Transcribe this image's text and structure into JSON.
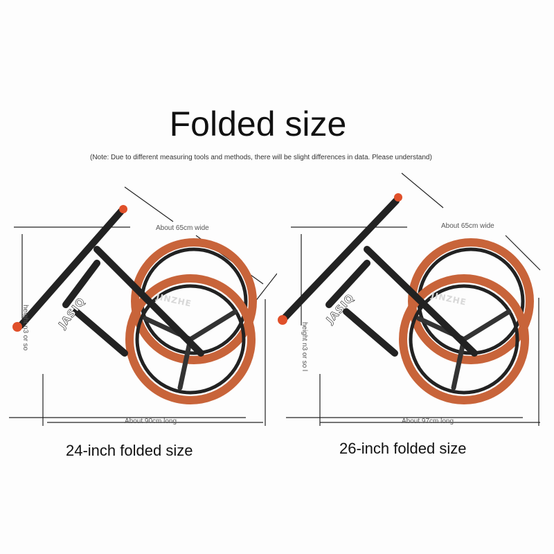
{
  "title": "Folded size",
  "note": "(Note: Due to different measuring tools and methods, there will be slight differences in data. Please understand)",
  "panels": [
    {
      "width_label": "About 65cm wide",
      "height_label": "height n3 or so",
      "length_label": "About 90cm long",
      "caption": "24-inch folded size",
      "brand_frame": "JASIQ",
      "brand_rim": "JINZHE"
    },
    {
      "width_label": "About 65cm wide",
      "height_label": "height n3 or so l",
      "length_label": "About 97cm long",
      "caption": "26-inch folded size",
      "brand_frame": "JASIQ",
      "brand_rim": "JINZHE"
    }
  ],
  "colors": {
    "tire": "#c8643a",
    "frame": "#222222",
    "accent": "#e0502a"
  }
}
